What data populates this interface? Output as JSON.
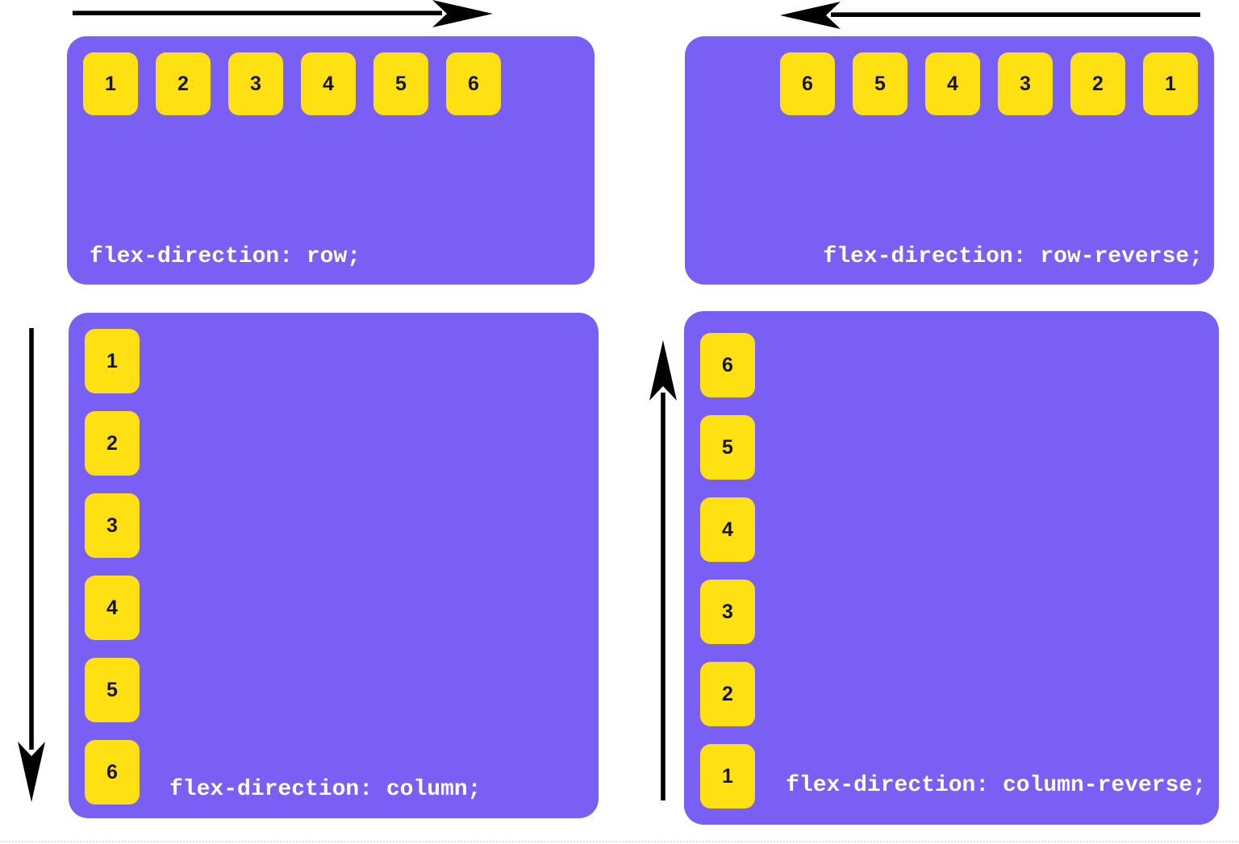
{
  "colors": {
    "background": "#ffffff",
    "panel": "#7a5ff5",
    "box": "#ffe013",
    "number": "#161616",
    "label": "#ffffff",
    "arrow": "#000000"
  },
  "panels": [
    {
      "name": "row",
      "flex_direction": "row",
      "label": "flex-direction: row;",
      "items": [
        "1",
        "2",
        "3",
        "4",
        "5",
        "6"
      ],
      "arrow": "right"
    },
    {
      "name": "row-reverse",
      "flex_direction": "row-reverse",
      "label": "flex-direction: row-reverse;",
      "items": [
        "1",
        "2",
        "3",
        "4",
        "5",
        "6"
      ],
      "arrow": "left"
    },
    {
      "name": "column",
      "flex_direction": "column",
      "label": "flex-direction: column;",
      "items": [
        "1",
        "2",
        "3",
        "4",
        "5",
        "6"
      ],
      "arrow": "down"
    },
    {
      "name": "column-reverse",
      "flex_direction": "column-reverse",
      "label": "flex-direction: column-reverse;",
      "items": [
        "1",
        "2",
        "3",
        "4",
        "5",
        "6"
      ],
      "arrow": "up"
    }
  ]
}
